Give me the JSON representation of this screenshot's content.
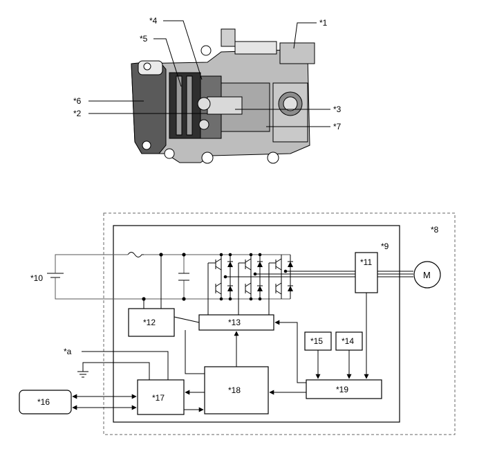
{
  "callouts": {
    "c1": "*1",
    "c2": "*2",
    "c3": "*3",
    "c4": "*4",
    "c5": "*5",
    "c6": "*6",
    "c7": "*7",
    "c8": "*8",
    "c9": "*9",
    "c10": "*10",
    "ca": "*a"
  },
  "blocks": {
    "b11": "*11",
    "b12": "*12",
    "b13": "*13",
    "b14": "*14",
    "b15": "*15",
    "b16": "*16",
    "b17": "*17",
    "b18": "*18",
    "b19": "*19"
  },
  "motor_label": "M",
  "colors": {
    "line": "#000000",
    "part_dark": "#3a3a3a",
    "part_mid": "#8a8a8a",
    "part_light": "#d4d4d4"
  },
  "icons": [
    "fuse-icon",
    "battery-icon",
    "capacitor-icon",
    "igbt-diode-icon",
    "ground-icon",
    "motor-icon"
  ]
}
